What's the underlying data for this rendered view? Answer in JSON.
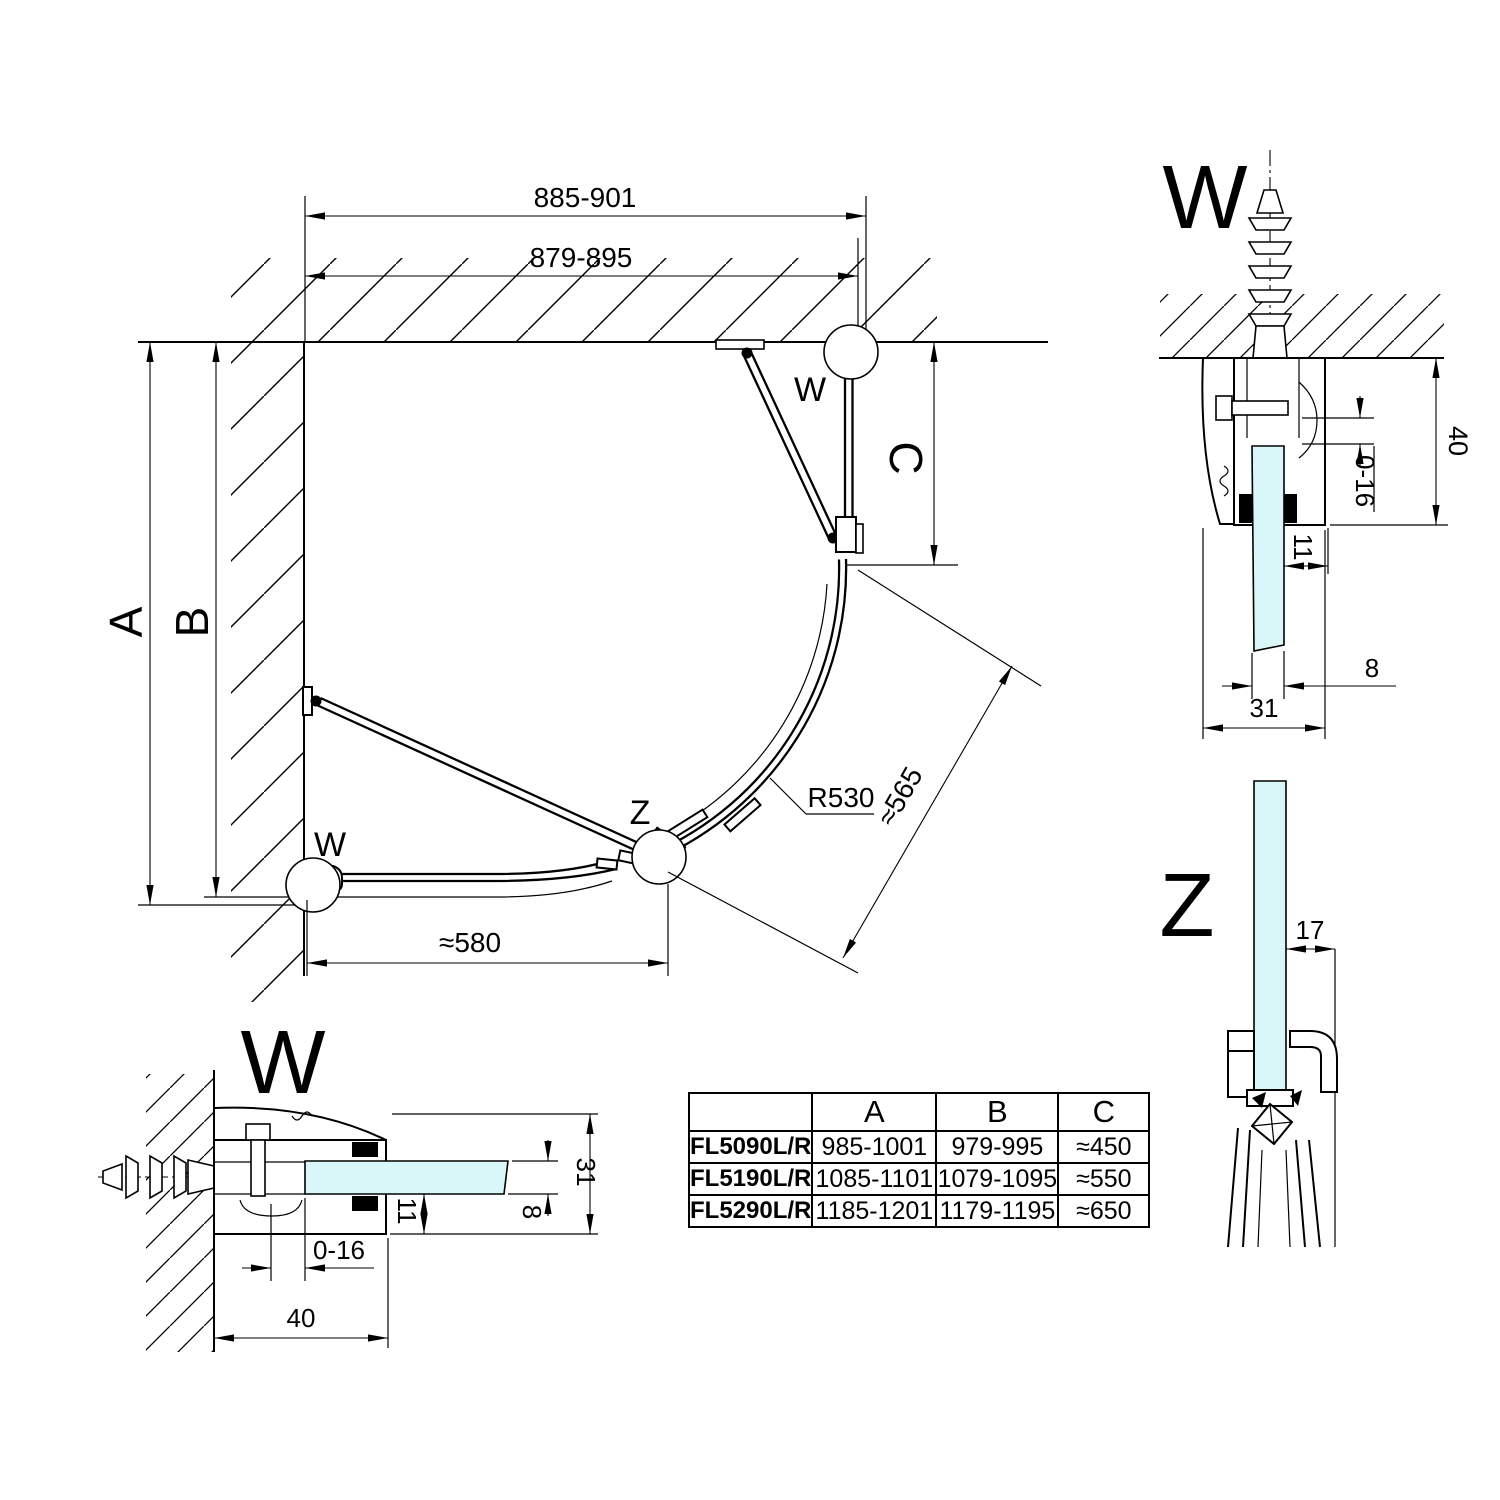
{
  "main_view": {
    "total_width": "885-901",
    "glass_width": "879-895",
    "dim_a": "A",
    "dim_b": "B",
    "dim_c": "C",
    "radius": "R530",
    "arc_width": "≈565",
    "bottom_width": "≈580",
    "callout_w_top": "W",
    "callout_w_bottom": "W",
    "callout_z": "Z"
  },
  "detail_w_top": {
    "label": "W",
    "dim_depth": "40",
    "dim_adjust": "0-16",
    "dim_inset": "11",
    "dim_glass": "8",
    "dim_width": "31"
  },
  "detail_w_bottom": {
    "label": "W",
    "dim_width": "31",
    "dim_glass": "8",
    "dim_inset": "11",
    "dim_adjust": "0-16",
    "dim_depth": "40"
  },
  "detail_z": {
    "label": "Z",
    "dim_gap": "17"
  },
  "spec_table": {
    "headers": [
      "",
      "A",
      "B",
      "C"
    ],
    "rows": [
      {
        "model": "FL5090L/R",
        "a": "985-1001",
        "b": "979-995",
        "c": "≈450"
      },
      {
        "model": "FL5190L/R",
        "a": "1085-1101",
        "b": "1079-1095",
        "c": "≈550"
      },
      {
        "model": "FL5290L/R",
        "a": "1185-1201",
        "b": "1179-1195",
        "c": "≈650"
      }
    ]
  },
  "colors": {
    "glass_fill": "#d9f6f8",
    "line": "#000000",
    "background": "#ffffff"
  }
}
